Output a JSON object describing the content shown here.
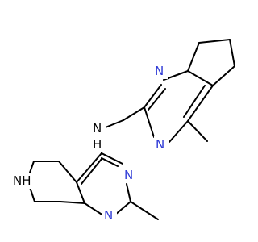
{
  "colors": {
    "background": "#ffffff",
    "bond": "#000000",
    "nitrogen": "#2f3bd6",
    "amine_nh": "#000000"
  },
  "atoms": {
    "n_bicyclic_top_left": "N",
    "n_bicyclic_bottom": "N",
    "nh_linker": "N",
    "h_linker": "H",
    "n_lower_top_right": "N",
    "n_lower_bottom": "N",
    "nh_ring": "NH"
  }
}
